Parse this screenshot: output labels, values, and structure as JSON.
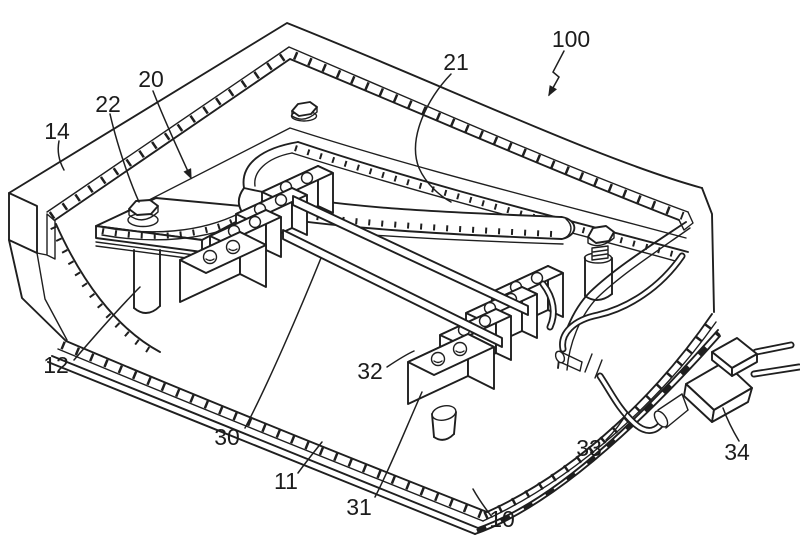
{
  "figure": {
    "background_color": "#ffffff",
    "line_color": "#1f1f1f",
    "labels": {
      "ref100": "100",
      "ref20": "20",
      "ref21": "21",
      "ref22": "22",
      "ref14": "14",
      "ref12": "12",
      "ref30": "30",
      "ref11": "11",
      "ref31": "31",
      "ref32": "32",
      "ref33": "33",
      "ref34": "34",
      "ref10": "10"
    }
  }
}
